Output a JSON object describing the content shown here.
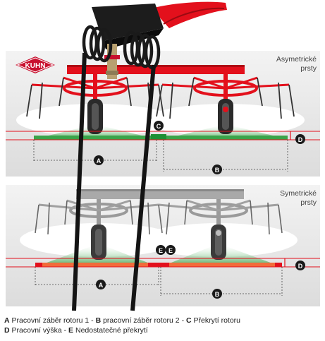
{
  "brand": {
    "logo_text": "KUHN",
    "logo_color": "#c8102e"
  },
  "panel_top": {
    "label_line1": "Asymetrické",
    "label_line2": "prsty"
  },
  "panel_bottom": {
    "label_line1": "Symetrické",
    "label_line2": "prsty"
  },
  "markers": {
    "a": "A",
    "b": "B",
    "c": "C",
    "d": "D",
    "e": "E"
  },
  "legend": {
    "line1": [
      {
        "key": "A",
        "text": " Pracovní záběr rotoru 1 - "
      },
      {
        "key": "B",
        "text": " pracovní záběr rotoru 2 - "
      },
      {
        "key": "C",
        "text": " Překrytí rotoru"
      }
    ],
    "line2": [
      {
        "key": "D",
        "text": " Pracovní výška - "
      },
      {
        "key": "E",
        "text": " Nedostatečné překrytí"
      }
    ]
  },
  "colors": {
    "red": "#e3101c",
    "green": "#3aa44a",
    "marker": "#1a1a1a",
    "panel": "#ececec"
  }
}
